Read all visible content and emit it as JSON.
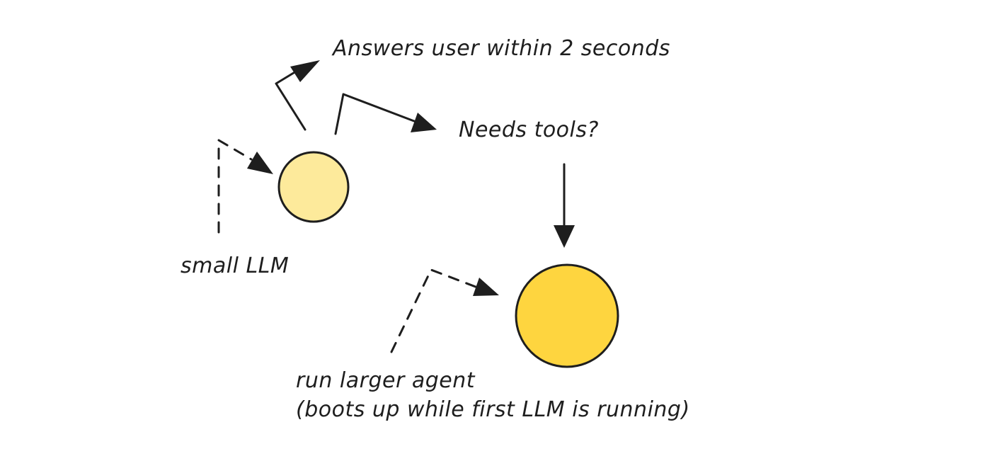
{
  "labels": {
    "answers": "Answers user within 2 seconds",
    "needs_tools": "Needs tools?",
    "small_llm": "small LLM",
    "run_larger": "run larger agent",
    "boots_up": "(boots up while first LLM is running)"
  },
  "nodes": {
    "small_llm_fill": "#fdea9b",
    "larger_agent_fill": "#fed53f",
    "stroke": "#1e1e1e"
  }
}
